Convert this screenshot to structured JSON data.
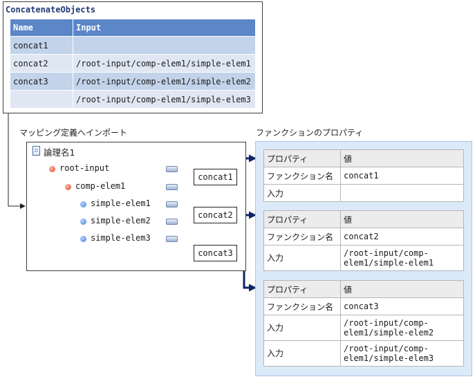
{
  "object": {
    "title": "ConcatenateObjects",
    "columns": [
      "Name",
      "Input"
    ],
    "rows": [
      [
        "concat1",
        ""
      ],
      [
        "concat2",
        "/root-input/comp-elem1/simple-elem1"
      ],
      [
        "concat3",
        "/root-input/comp-elem1/simple-elem2"
      ],
      [
        "",
        "/root-input/comp-elem1/simple-elem3"
      ]
    ]
  },
  "captions": {
    "mapping": "マッピング定義へインポート",
    "properties": "ファンクションのプロパティ"
  },
  "tree": {
    "root_label": "論理名1",
    "nodes": [
      "root-input",
      "comp-elem1",
      "simple-elem1",
      "simple-elem2",
      "simple-elem3"
    ]
  },
  "functions": [
    "concat1",
    "concat2",
    "concat3"
  ],
  "property_tables": [
    {
      "header": [
        "プロパティ",
        "値"
      ],
      "rows": [
        [
          "ファンクション名",
          "concat1"
        ],
        [
          "入力",
          ""
        ]
      ]
    },
    {
      "header": [
        "プロパティ",
        "値"
      ],
      "rows": [
        [
          "ファンクション名",
          "concat2"
        ],
        [
          "入力",
          "/root-input/comp-elem1/simple-elem1"
        ]
      ]
    },
    {
      "header": [
        "プロパティ",
        "値"
      ],
      "rows": [
        [
          "ファンクション名",
          "concat3"
        ],
        [
          "入力",
          "/root-input/comp-elem1/simple-elem2"
        ],
        [
          "入力",
          "/root-input/comp-elem1/simple-elem3"
        ]
      ]
    }
  ],
  "colors": {
    "header_blue": "#5b86c8",
    "row_dark": "#c2d3ea",
    "row_light": "#dfe7f3",
    "panel_bg": "#dce9f8",
    "arrow_navy": "#0d2466"
  }
}
